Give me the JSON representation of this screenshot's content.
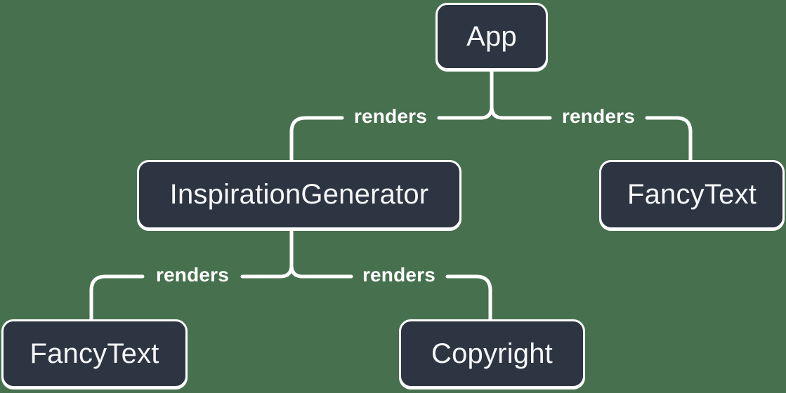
{
  "diagram": {
    "type": "component-render-tree",
    "colors": {
      "background": "#47714e",
      "node_fill": "#2d3442",
      "node_border": "#ffffff",
      "node_text": "#f5f6f8",
      "line": "#ffffff",
      "label_text": "#ffffff"
    },
    "nodes": [
      {
        "id": "app",
        "label": "App"
      },
      {
        "id": "inspiration-generator",
        "label": "InspirationGenerator"
      },
      {
        "id": "fancy-text-top",
        "label": "FancyText"
      },
      {
        "id": "fancy-text-bottom",
        "label": "FancyText"
      },
      {
        "id": "copyright",
        "label": "Copyright"
      }
    ],
    "edges": [
      {
        "from": "app",
        "to": "inspiration-generator",
        "label": "renders"
      },
      {
        "from": "app",
        "to": "fancy-text-top",
        "label": "renders"
      },
      {
        "from": "inspiration-generator",
        "to": "fancy-text-bottom",
        "label": "renders"
      },
      {
        "from": "inspiration-generator",
        "to": "copyright",
        "label": "renders"
      }
    ]
  }
}
